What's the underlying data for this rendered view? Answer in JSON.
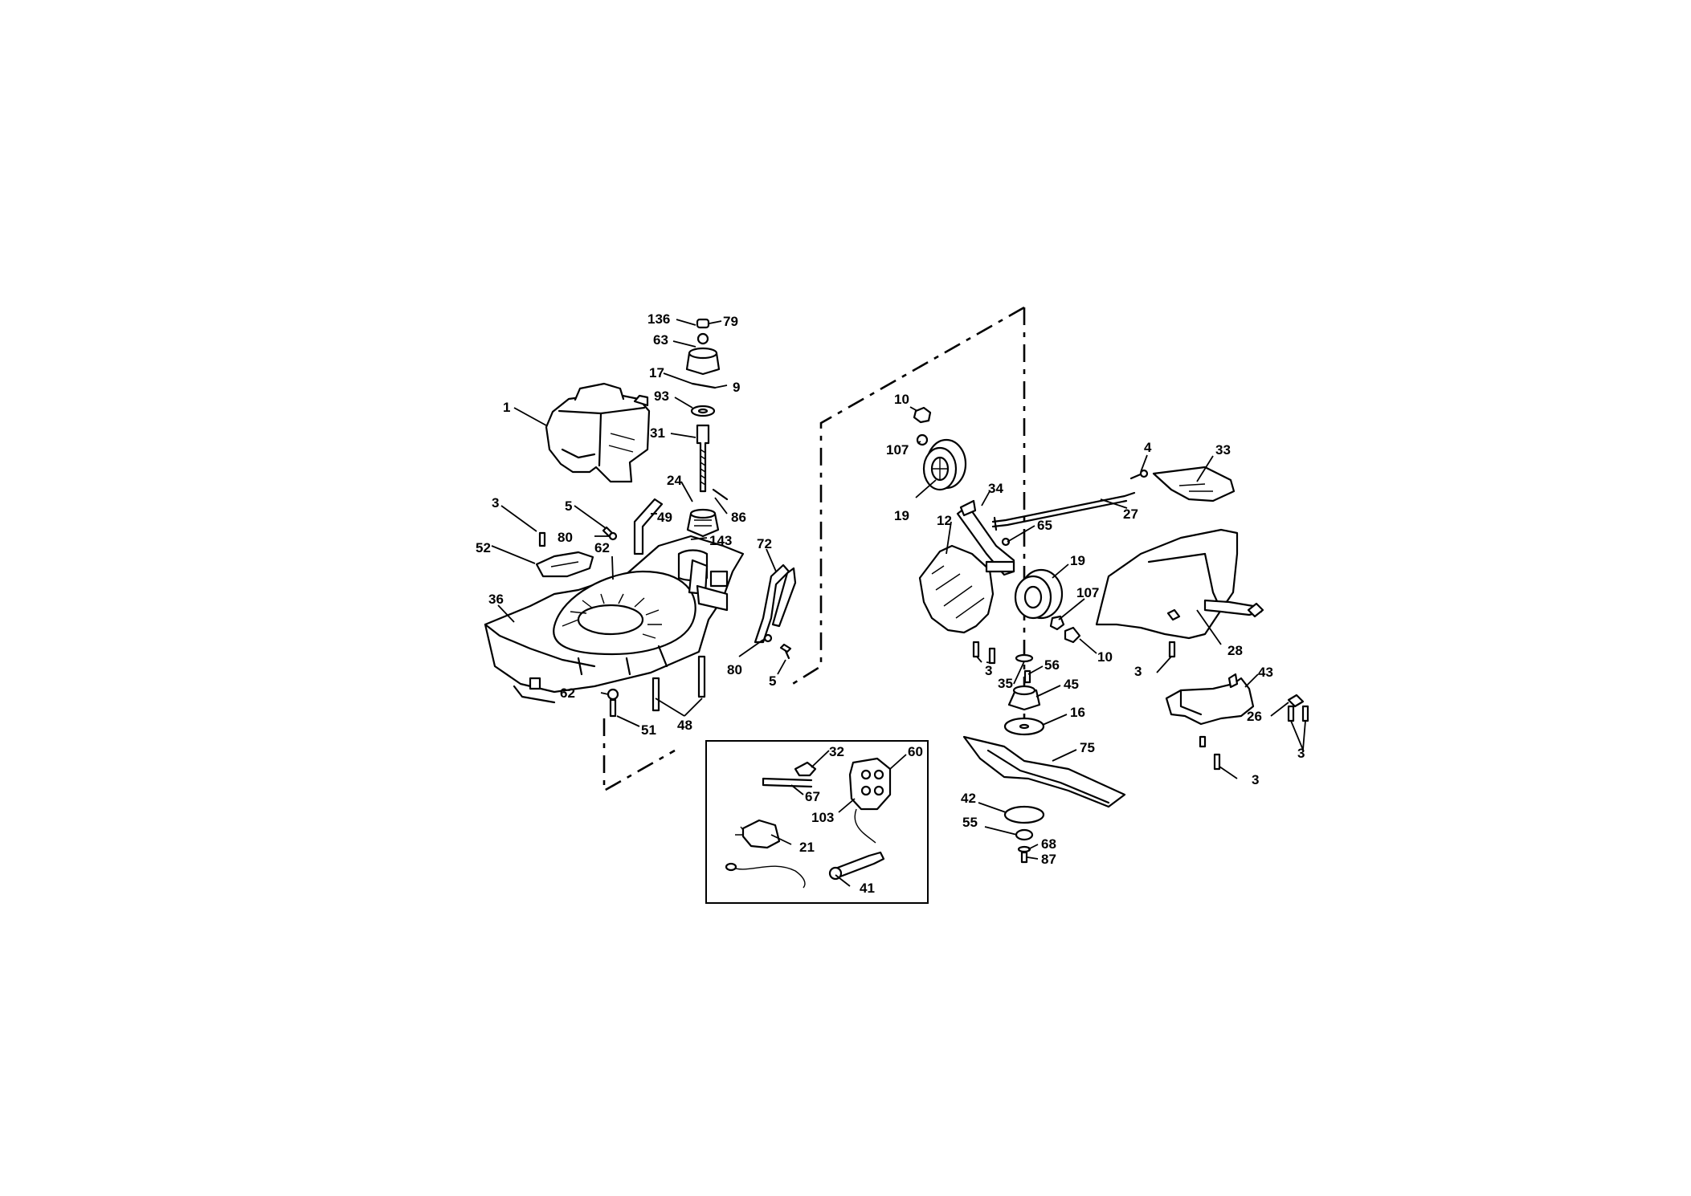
{
  "callouts": {
    "c136": "136",
    "c79": "79",
    "c63": "63",
    "c17": "17",
    "c9": "9",
    "c93": "93",
    "c1": "1",
    "c31": "31",
    "c24": "24",
    "c86": "86",
    "c3a": "3",
    "c5a": "5",
    "c49": "49",
    "c80a": "80",
    "c52": "52",
    "c62a": "62",
    "c143": "143",
    "c72": "72",
    "c36": "36",
    "c80b": "80",
    "c5b": "5",
    "c62b": "62",
    "c51": "51",
    "c48": "48",
    "c10a": "10",
    "c107a": "107",
    "c19a": "19",
    "c34": "34",
    "c12": "12",
    "c65": "65",
    "c4": "4",
    "c27": "27",
    "c33": "33",
    "c19b": "19",
    "c107b": "107",
    "c10b": "10",
    "c28": "28",
    "c3b": "3",
    "c3c": "3",
    "c35": "35",
    "c56": "56",
    "c45": "45",
    "c16": "16",
    "c75": "75",
    "c43": "43",
    "c26": "26",
    "c3d": "3",
    "c3e": "3",
    "c42": "42",
    "c55": "55",
    "c68": "68",
    "c87": "87",
    "c32": "32",
    "c60": "60",
    "c67": "67",
    "c103": "103",
    "c21": "21",
    "c41": "41"
  },
  "colors": {
    "ink": "#000000",
    "paper": "#ffffff"
  }
}
